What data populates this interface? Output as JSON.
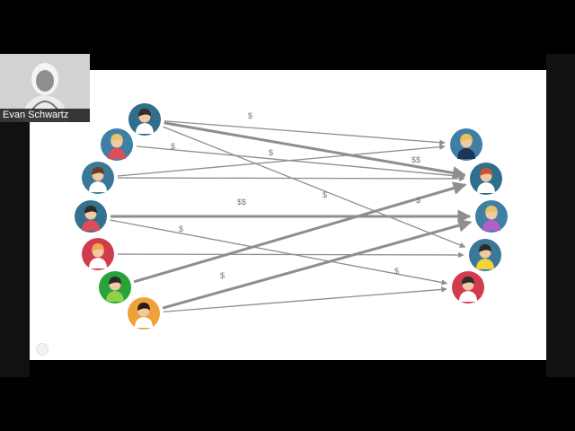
{
  "presenter": {
    "name": "Evan Schwartz",
    "icon": "person-silhouette-icon"
  },
  "colors": {
    "arrow": "#8e8e8e",
    "dollar_label": "#7a7a7a",
    "slide_background": "#ffffff",
    "frame_background": "#000000"
  },
  "senders": [
    {
      "id": "s1",
      "label": "bearded-man-teal-avatar",
      "bg": "#2f6e8c"
    },
    {
      "id": "s2",
      "label": "blonde-man-blue-avatar",
      "bg": "#3f7fa5"
    },
    {
      "id": "s3",
      "label": "brunette-woman-blue-avatar",
      "bg": "#3a7898"
    },
    {
      "id": "s4",
      "label": "dark-haired-man-blue-avatar",
      "bg": "#33718f"
    },
    {
      "id": "s5",
      "label": "blonde-woman-red-avatar",
      "bg": "#d23b4e"
    },
    {
      "id": "s6",
      "label": "woman-green-avatar",
      "bg": "#27a338"
    },
    {
      "id": "s7",
      "label": "curly-haired-woman-orange-avatar",
      "bg": "#f0a23a"
    }
  ],
  "receivers": [
    {
      "id": "r1",
      "label": "man-in-suit-blue-avatar",
      "bg": "#3f7fa5"
    },
    {
      "id": "r2",
      "label": "redhead-woman-blue-avatar",
      "bg": "#2f6e8c"
    },
    {
      "id": "r3",
      "label": "blonde-man-purple-shirt-avatar",
      "bg": "#3f7fa5"
    },
    {
      "id": "r4",
      "label": "woman-yellow-shirt-avatar",
      "bg": "#3a7898"
    },
    {
      "id": "r5",
      "label": "bearded-man-red-avatar",
      "bg": "#d23b4e"
    }
  ],
  "payments": [
    {
      "from": "s1",
      "to": "r1",
      "label": "$",
      "weight": "thin"
    },
    {
      "from": "s1",
      "to": "r2",
      "label": "",
      "weight": "thick"
    },
    {
      "from": "s1",
      "to": "r4",
      "label": "$",
      "weight": "thin"
    },
    {
      "from": "s2",
      "to": "r2",
      "label": "$",
      "weight": "thin"
    },
    {
      "from": "s3",
      "to": "r1",
      "label": "$",
      "weight": "thin"
    },
    {
      "from": "s3",
      "to": "r2",
      "label": "",
      "weight": "thin"
    },
    {
      "from": "s4",
      "to": "r3",
      "label": "$$",
      "weight": "thick"
    },
    {
      "from": "s4",
      "to": "r5",
      "label": "$",
      "weight": "thin"
    },
    {
      "from": "s5",
      "to": "r4",
      "label": "",
      "weight": "thin"
    },
    {
      "from": "s6",
      "to": "r2",
      "label": "$",
      "weight": "thick"
    },
    {
      "from": "s7",
      "to": "r3",
      "label": "$",
      "weight": "thick"
    },
    {
      "from": "s7",
      "to": "r5",
      "label": "$",
      "weight": "thin"
    }
  ],
  "extra_labels": [
    "$$"
  ]
}
